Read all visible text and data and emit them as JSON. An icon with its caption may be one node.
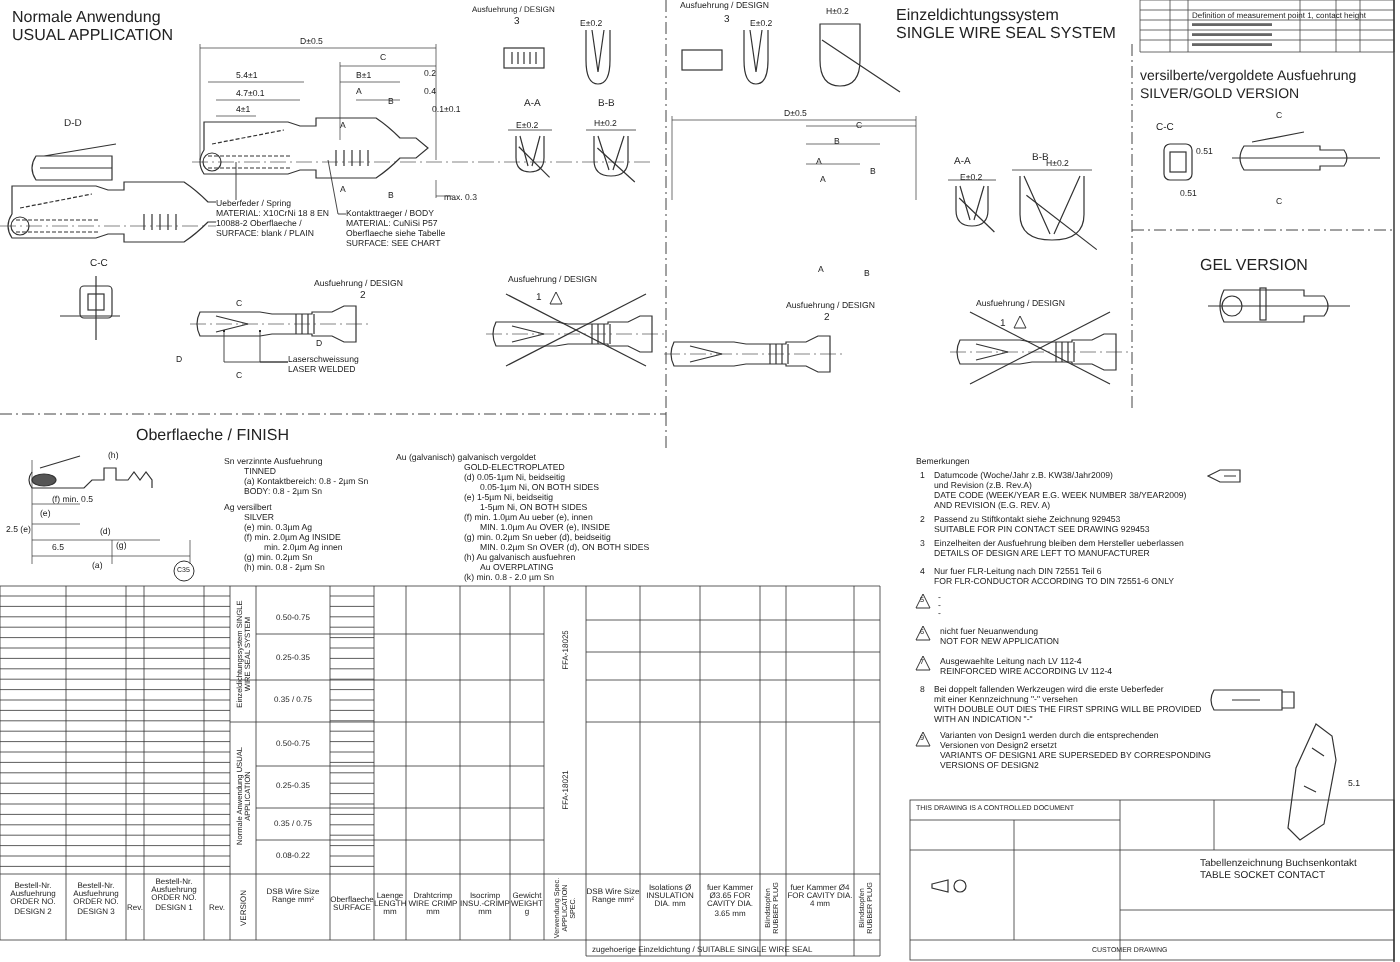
{
  "diagram": {
    "nodes": [
      {
        "text": [
          "Ueberfeder / Spring MATERIAL: X10CrNi 18 8 EN 10088-2 Oberflaeche / SURFACE: blank / PLAIN"
        ]
      },
      {
        "text": [
          "Kontakttraeger / BODY MATERIAL: CuNiSi P57 Oberflaeche siehe Tabelle SURFACE: SEE CHART"
        ]
      },
      {
        "text": [
          "Laserschweissung LASER WELDED"
        ]
      },
      {
        "text": [],
        "shape": "picture"
      },
      {
        "text": [],
        "shape": "picture"
      }
    ],
    "edges": [
      {
        "from": 0,
        "to": 3,
        "arrow": "none"
      },
      {
        "from": 1,
        "to": 3,
        "arrow": "none"
      },
      {
        "from": 2,
        "to": 4,
        "arrow": "other"
      },
      {
        "from": 2,
        "to": 4,
        "arrow": "other"
      }
    ],
    "labels": [
      "Normale Anwendung",
      "USUAL APPLICATION",
      "D-D",
      "Ausfuehrung / DESIGN",
      "3",
      "D±0.5",
      "5.4±1",
      "4.7±0.1",
      "4±1",
      "C",
      "B±1",
      "A",
      "B",
      "0.2",
      "0.4",
      "0.1±0.1",
      "A",
      "A",
      "B",
      "max. 0.3",
      "E±0.2",
      "A-A",
      "B-B",
      "E±0.2",
      "H±0.2",
      "C-C",
      "Ausfuehrung / DESIGN",
      "2",
      "C",
      "D",
      "D",
      "C",
      "Ausfuehrung / DESIGN",
      "1",
      "Einzeldichtungssystem",
      "SINGLE WIRE SEAL SYSTEM",
      "Ausfuehrung / DESIGN",
      "3",
      "E±0.2",
      "H±0.2",
      "D±0.5",
      "C",
      "B",
      "A",
      "B",
      "A",
      "A",
      "B",
      "A-A",
      "B-B",
      "E±0.2",
      "H±0.2",
      "Ausfuehrung / DESIGN",
      "2",
      "Ausfuehrung / DESIGN",
      "1",
      "versilberte/vergoldete Ausfuehrung",
      "SILVER/GOLD VERSION",
      "C-C",
      "C",
      "C",
      "0.51",
      "0.51",
      "GEL VERSION",
      "Oberflaeche / FINISH",
      "Sn verzinnte Ausfuehrung",
      "TINNED",
      "(a) Kontaktbereich: 0.8 - 2µm Sn",
      "BODY: 0.8 - 2µm Sn",
      "Ag versilbert",
      "SILVER",
      "(e) min. 0.3µm Ag",
      "(f) min. 2.0µm Ag INSIDE",
      "min. 2.0µm Ag innen",
      "(g) min. 0.2µm Sn",
      "(h) min. 0.8 - 2µm Sn",
      "Au (galvanisch) galvanisch vergoldet",
      "GOLD-ELECTROPLATED",
      "(d) 0.05-1µm Ni, beidseitig",
      "0.05-1µm Ni, ON BOTH SIDES",
      "(e) 1-5µm Ni, beidseitig",
      "1-5µm Ni, ON BOTH SIDES",
      "(f) min. 1.0µm Au ueber (e), innen",
      "MIN. 1.0µm Au OVER (e), INSIDE",
      "(g) min. 0.2µm Sn ueber (d), beidseitig",
      "MIN. 0.2µm Sn OVER (d), ON BOTH SIDES",
      "(h) Au galvanisch ausfuehren",
      "Au OVERPLATING",
      "(k) min. 0.8 - 2.0 µm Sn",
      "(h)",
      "(f) min. 0.5",
      "(e)",
      "2.5 (e)",
      "(d)",
      "6.5",
      "(g)",
      "(a)",
      "C35",
      "Bemerkungen",
      "1",
      "Datumcode (Woche/Jahr z.B. KW38/Jahr2009)",
      "und Revision (z.B. Rev.A)",
      "DATE CODE (WEEK/YEAR E.G. WEEK NUMBER 38/YEAR2009)",
      "AND REVISION (E.G. REV. A)",
      "2",
      "Passend zu Stiftkontakt siehe Zeichnung 929453",
      "SUITABLE FOR PIN CONTACT SEE DRAWING 929453",
      "3",
      "Einzelheiten der Ausfuehrung bleiben dem Hersteller ueberlassen",
      "DETAILS OF DESIGN ARE LEFT TO MANUFACTURER",
      "4",
      "Nur fuer FLR-Leitung nach DIN 72551 Teil 6",
      "FOR FLR-CONDUCTOR ACCORDING TO DIN 72551-6 ONLY",
      "5",
      "-",
      "-",
      "-",
      "6",
      "nicht fuer Neuanwendung",
      "NOT FOR NEW APPLICATION",
      "7",
      "Ausgewaehlte Leitung nach LV 112-4",
      "REINFORCED WIRE ACCORDING LV 112-4",
      "8",
      "Bei doppelt fallenden Werkzeugen wird die erste Ueberfeder",
      "mit einer Kennzeichnung \"-\" versehen",
      "WITH DOUBLE OUT DIES THE FIRST SPRING WILL BE PROVIDED",
      "WITH AN INDICATION \"-\"",
      "9",
      "Varianten von Design1 werden durch die entsprechenden",
      "Versionen von Design2 ersetzt",
      "VARIANTS OF DESIGN1 ARE SUPERSEDED BY CORRESPONDING",
      "VERSIONS OF DESIGN2",
      "5.1",
      "Bestell-Nr. Ausfuehrung ORDER NO. DESIGN 2",
      "Bestell-Nr. Ausfuehrung ORDER NO. DESIGN 3",
      "Rev.",
      "Bestell-Nr. Ausfuehrung ORDER NO. DESIGN 1",
      "Rev.",
      "VERSION",
      "DSB Wire Size Range mm²",
      "Oberflaeche SURFACE",
      "Laenge LENGTH mm",
      "Drahtcrimp WIRE CRIMP mm",
      "Isocrimp INSU.-CRIMP mm",
      "Gewicht WEIGHT g",
      "Verwendung Spec. APPLICATION SPEC.",
      "DSB Wire Size Range mm²",
      "Isolations Ø INSULATION DIA. mm",
      "fuer Kammer Ø3.65 FOR CAVITY DIA. 3.65 mm",
      "Blindstopfen RUBBER PLUG",
      "fuer Kammer Ø4 FOR CAVITY DIA. 4 mm",
      "Blindstopfen RUBBER PLUG",
      "zugehoerige Einzeldichtung / SUITABLE SINGLE WIRE SEAL",
      "Einzeldichtungssystem SINGLE WIRE SEAL SYSTEM",
      "Normale Anwendung USUAL APPLICATION",
      "0.50-0.75",
      "0.25-0.35",
      "0.35 / 0.75",
      "0.50-0.75",
      "0.25-0.35",
      "0.35 / 0.75",
      "0.08-0.22",
      "FFA-18025",
      "FFA-18021",
      "THIS DRAWING IS A CONTROLLED DOCUMENT",
      "Tabellenzeichnung Buchsenkontakt",
      "TABLE SOCKET CONTACT",
      "CUSTOMER DRAWING",
      "Definition of measurement point 1, contact height"
    ]
  }
}
